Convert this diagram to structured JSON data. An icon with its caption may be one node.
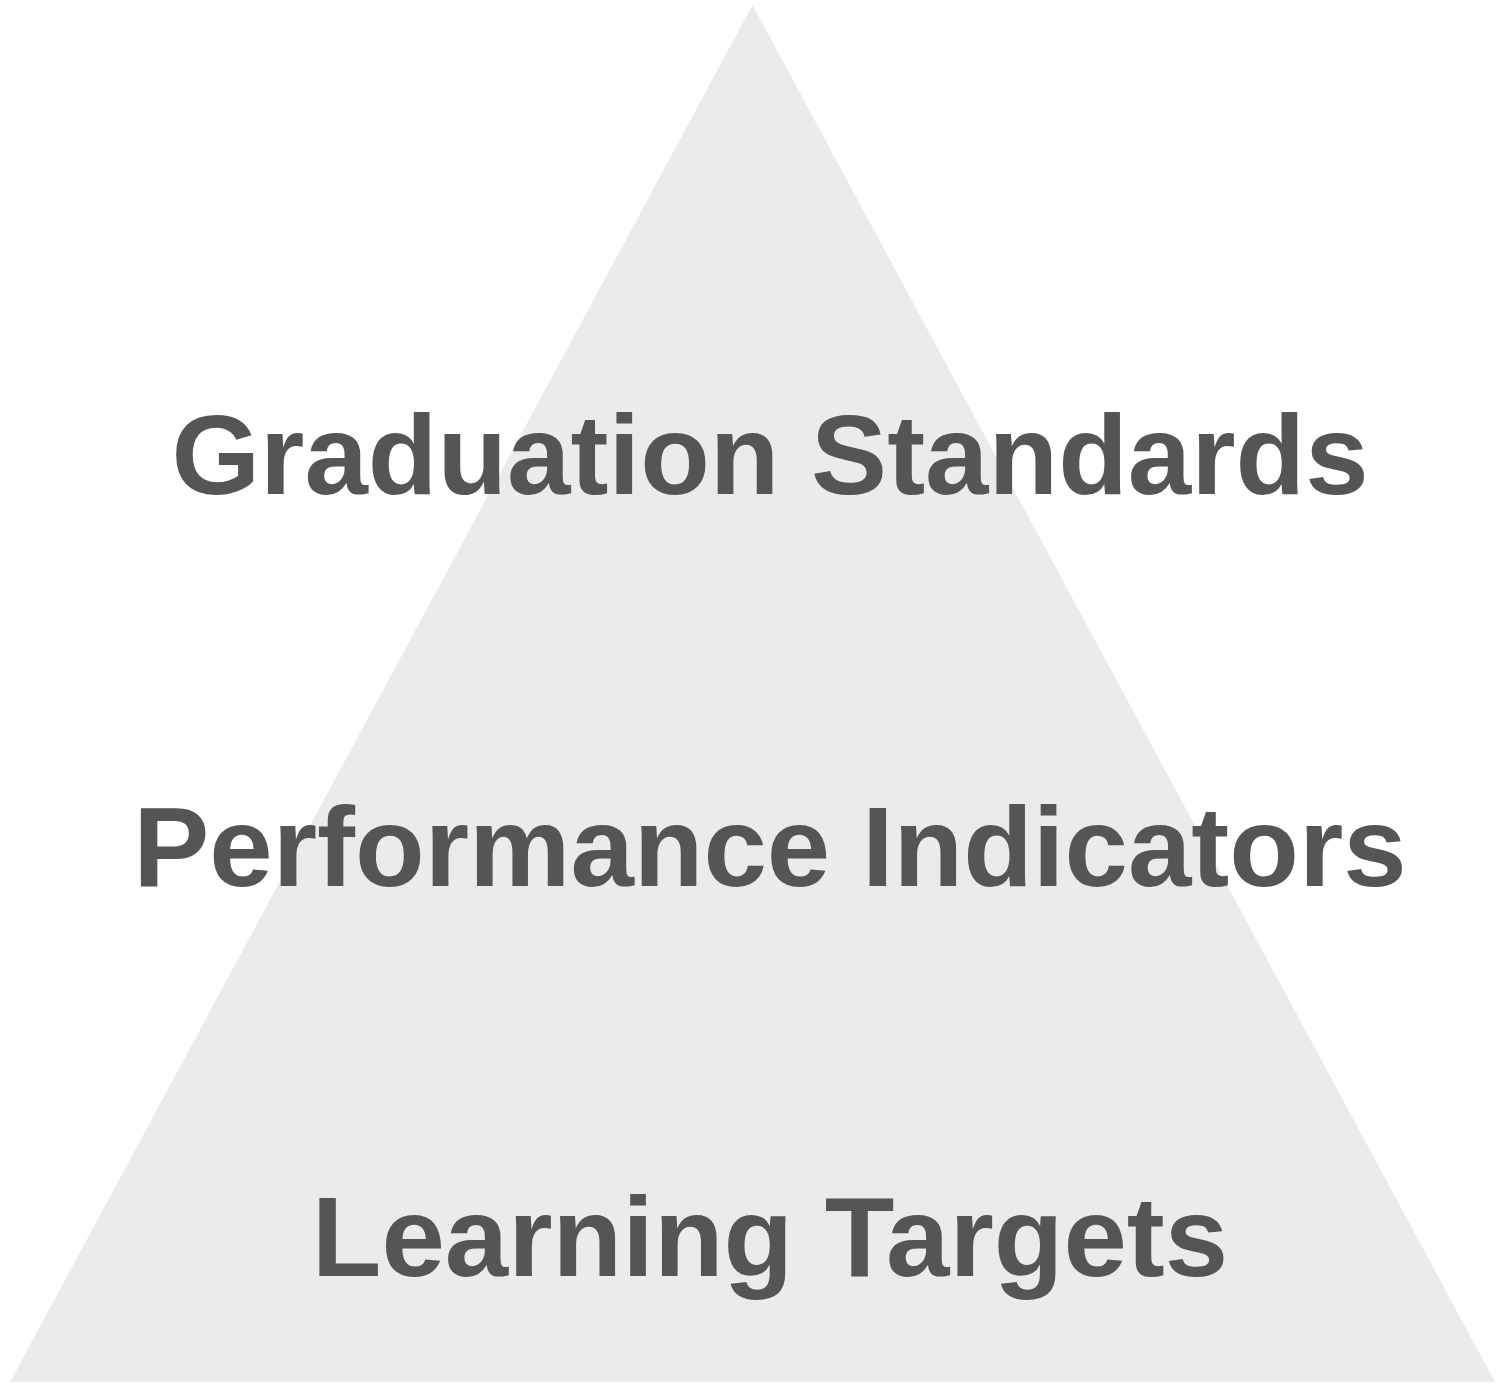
{
  "diagram": {
    "nodes": [
      {
        "text": [
          "Graduation Standards",
          "Performance Indicators",
          "Learning Targets"
        ]
      }
    ]
  }
}
